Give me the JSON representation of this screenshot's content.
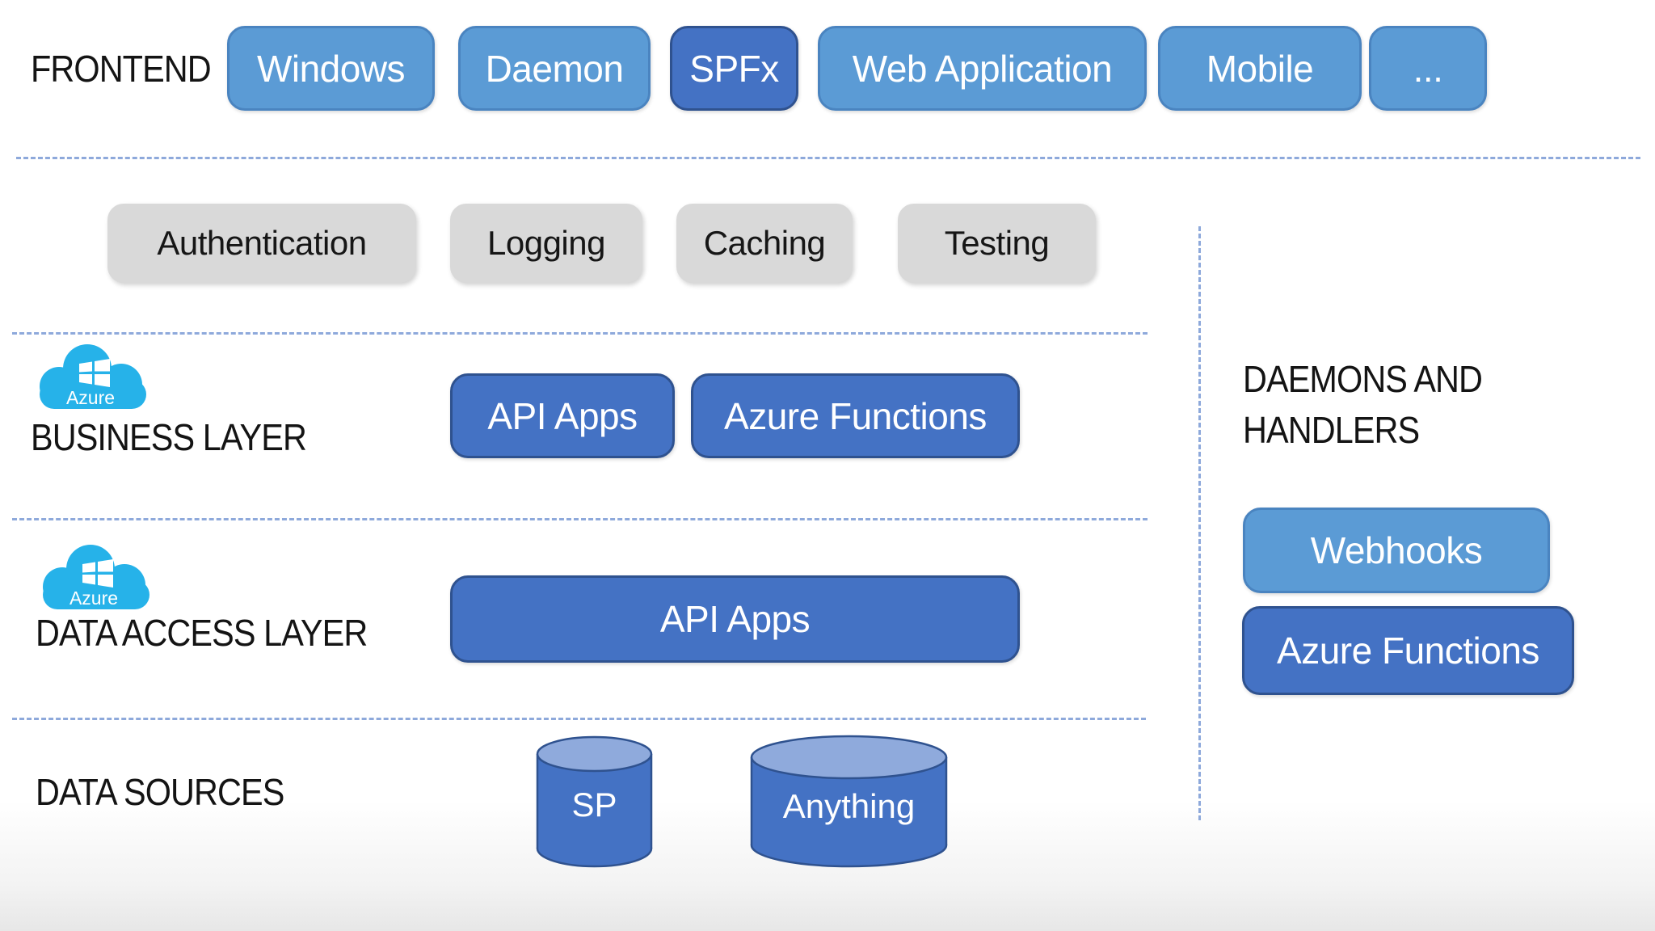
{
  "frontend": {
    "label": "FRONTEND",
    "buttons": [
      {
        "label": "Windows"
      },
      {
        "label": "Daemon"
      },
      {
        "label": "SPFx"
      },
      {
        "label": "Web Application"
      },
      {
        "label": "Mobile"
      },
      {
        "label": "..."
      }
    ]
  },
  "cross_cutting": {
    "boxes": [
      {
        "label": "Authentication"
      },
      {
        "label": "Logging"
      },
      {
        "label": "Caching"
      },
      {
        "label": "Testing"
      }
    ]
  },
  "business_layer": {
    "label": "BUSINESS LAYER",
    "azure_badge": "Azure",
    "boxes": [
      {
        "label": "API Apps"
      },
      {
        "label": "Azure Functions"
      }
    ]
  },
  "data_access_layer": {
    "label": "DATA ACCESS LAYER",
    "azure_badge": "Azure",
    "boxes": [
      {
        "label": "API Apps"
      }
    ]
  },
  "data_sources": {
    "label": "DATA SOURCES",
    "cylinders": [
      {
        "label": "SP"
      },
      {
        "label": "Anything"
      }
    ]
  },
  "daemons_and_handlers": {
    "label": "DAEMONS AND HANDLERS",
    "boxes": [
      {
        "label": "Webhooks",
        "variant": "light"
      },
      {
        "label": "Azure Functions",
        "variant": "dark"
      }
    ]
  },
  "colors": {
    "light_blue": "#5B9BD5",
    "light_blue_border": "#4A84C0",
    "dark_blue": "#4472C4",
    "dark_blue_border": "#2F528F",
    "gray": "#D9D9D9",
    "dash_blue": "#8EA9DB",
    "azure_cyan": "#26B2E9",
    "cylinder_top": "#8FAADC",
    "text_black": "#141414"
  }
}
